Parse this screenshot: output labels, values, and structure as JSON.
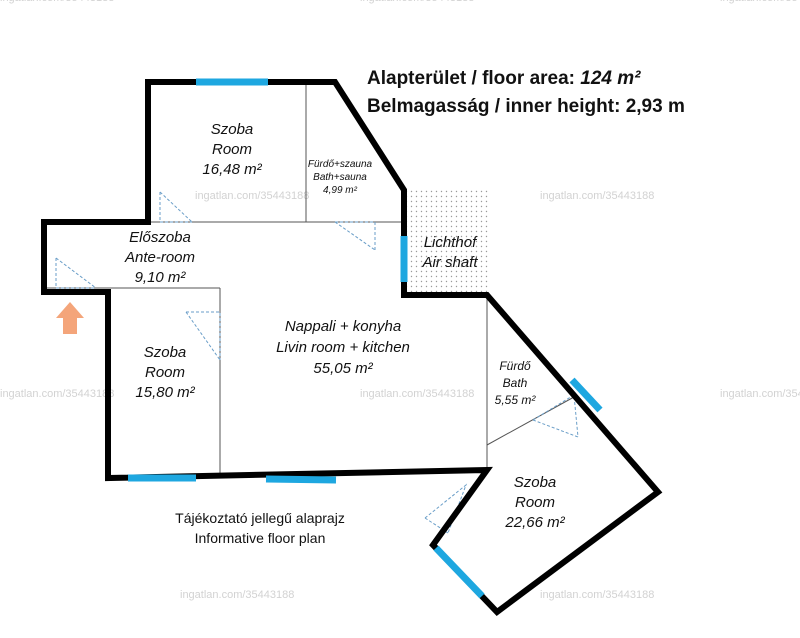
{
  "header": {
    "area_label": "Alapterület / floor area:",
    "area_value": "124 m²",
    "height_label": "Belmagasság / inner height:",
    "height_value": "2,93 m"
  },
  "rooms": {
    "room_top": {
      "hu": "Szoba",
      "en": "Room",
      "area": "16,48 m²"
    },
    "bath_sauna": {
      "hu": "Fürdő+szauna",
      "en": "Bath+sauna",
      "area": "4,99 m²"
    },
    "anteroom": {
      "hu": "Előszoba",
      "en": "Ante-room",
      "area": "9,10 m²"
    },
    "air_shaft": {
      "hu": "Lichthof",
      "en": "Air shaft"
    },
    "living": {
      "hu": "Nappali + konyha",
      "en": "Livin room + kitchen",
      "area": "55,05 m²"
    },
    "room_left": {
      "hu": "Szoba",
      "en": "Room",
      "area": "15,80 m²"
    },
    "bath": {
      "hu": "Fürdő",
      "en": "Bath",
      "area": "5,55 m²"
    },
    "room_bottom": {
      "hu": "Szoba",
      "en": "Room",
      "area": "22,66 m²"
    }
  },
  "footer": {
    "line1": "Tájékoztató jellegű alaprajz",
    "line2": "Informative floor plan"
  },
  "watermark": "ingatlan.com/35443188",
  "colors": {
    "wall": "#000000",
    "window": "#1ea7e0",
    "entrance_arrow": "#f4a57a",
    "door_swing": "#6a9ec8"
  }
}
